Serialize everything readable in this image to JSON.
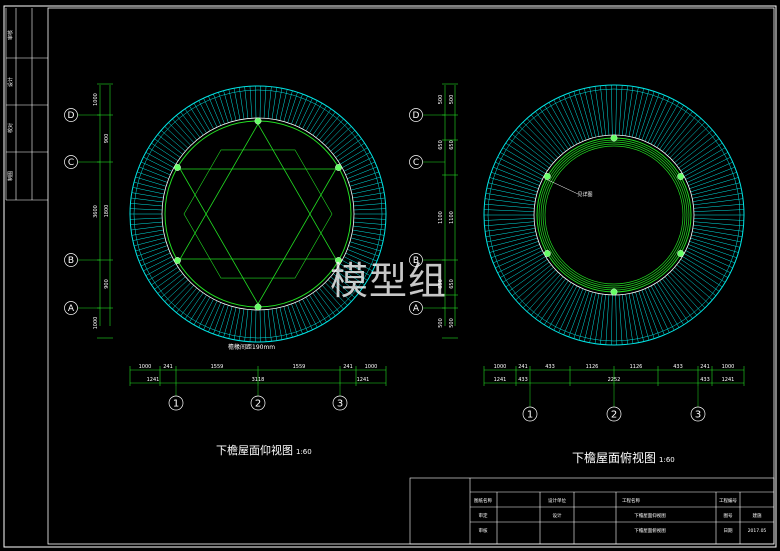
{
  "left_plan": {
    "title": "下檐屋面仰视图",
    "scale": "1:60",
    "axis_rows": [
      "D",
      "C",
      "B",
      "A"
    ],
    "axis_cols": [
      "1",
      "2",
      "3"
    ],
    "left_dims_outer": [
      "1000",
      "3600",
      "1000"
    ],
    "left_dims_inner": [
      "900",
      "1800",
      "900"
    ],
    "bottom_dims_top": [
      "1000",
      "241",
      "1559",
      "1559",
      "241",
      "1000"
    ],
    "bottom_dims_bottom": [
      "1241",
      "3118",
      "1241"
    ],
    "note": "檐椽间距190mm"
  },
  "right_plan": {
    "title": "下檐屋面俯视图",
    "scale": "1:60",
    "axis_rows": [
      "D",
      "C",
      "B",
      "A"
    ],
    "axis_cols": [
      "1",
      "2",
      "3"
    ],
    "left_dims_outer": [
      "500",
      "650",
      "1100",
      "650",
      "500"
    ],
    "left_dims_inner": [
      "500",
      "650",
      "1100",
      "650",
      "500"
    ],
    "bottom_dims_top": [
      "1000",
      "241",
      "433",
      "1126",
      "1126",
      "433",
      "241",
      "1000"
    ],
    "bottom_dims_bottom": [
      "1241",
      "433",
      "2252",
      "433",
      "1241"
    ],
    "callout": "见详图"
  },
  "watermark": "模型组",
  "title_block": {
    "labels": [
      "图纸名称",
      "设计单位",
      "工程名称",
      "工程编号",
      "下檐屋面仰视图",
      "下檐屋面俯视图",
      "图号",
      "日期",
      "审定",
      "审核",
      "设计",
      "建施"
    ],
    "date": "2017.05"
  },
  "side_strip": [
    "审核",
    "设计",
    "校对",
    "制图"
  ],
  "colors": {
    "outline": "#ffffff",
    "rafters": "#00e5e5",
    "structure": "#22dd22",
    "node": "#66ff66"
  }
}
